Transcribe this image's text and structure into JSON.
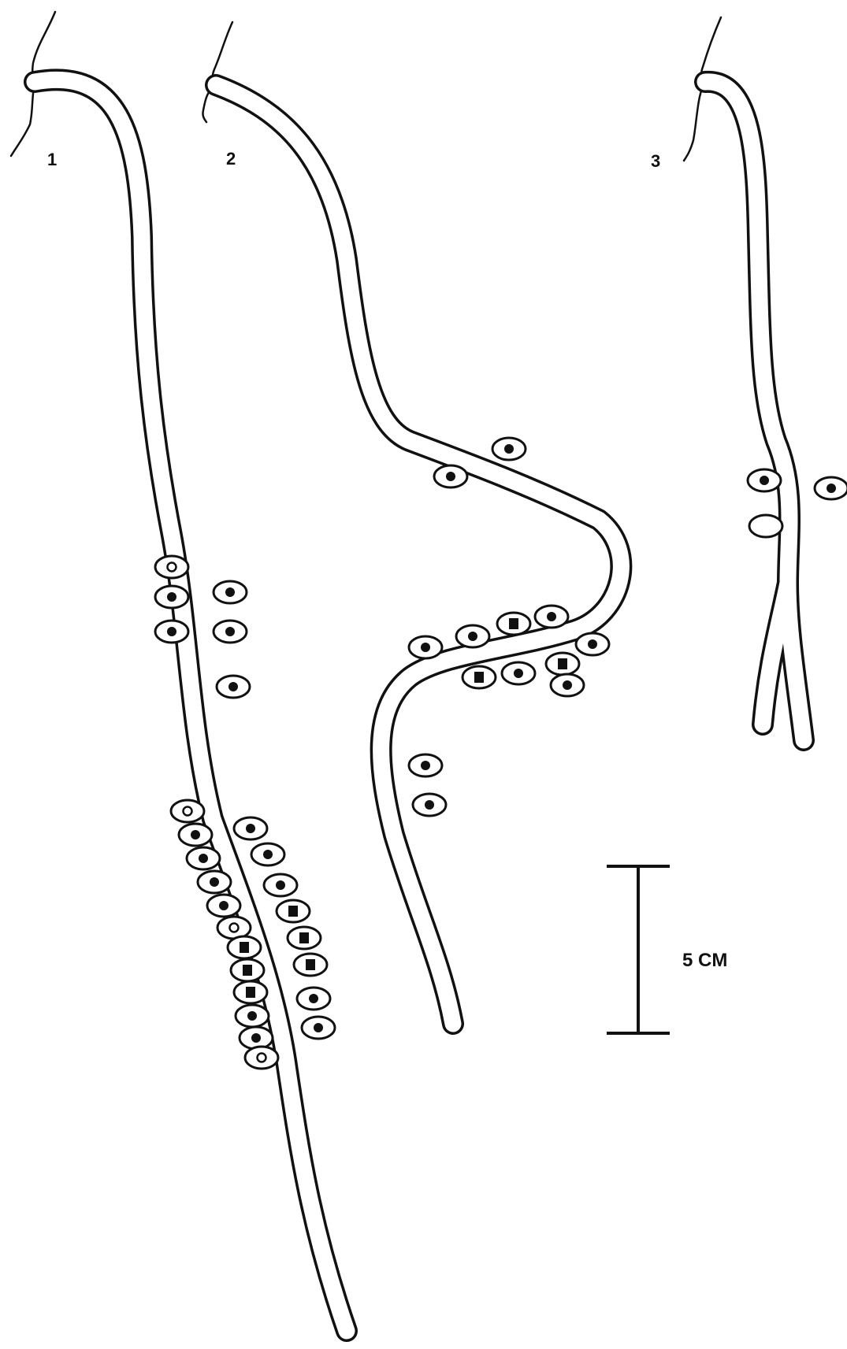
{
  "figure": {
    "plant_labels": [
      "1",
      "2",
      "3"
    ],
    "scale_label": "5 CM"
  },
  "nodule_types": [
    "filled-circle",
    "open-circle",
    "filled-square",
    "empty"
  ],
  "plants": [
    {
      "label": "1",
      "nodules": [
        "open-circle",
        "filled-circle",
        "filled-circle",
        "filled-circle",
        "filled-circle",
        "filled-circle",
        "open-circle",
        "filled-circle",
        "filled-circle",
        "filled-circle",
        "filled-circle",
        "open-circle",
        "filled-square",
        "filled-square",
        "filled-square",
        "filled-circle",
        "filled-circle",
        "open-circle",
        "filled-circle",
        "filled-circle",
        "filled-circle",
        "filled-square",
        "filled-square",
        "filled-square",
        "filled-circle",
        "filled-circle"
      ]
    },
    {
      "label": "2",
      "nodules": [
        "filled-circle",
        "filled-circle",
        "filled-circle",
        "filled-circle",
        "filled-square",
        "filled-circle",
        "filled-circle",
        "filled-square",
        "filled-circle",
        "filled-square",
        "filled-circle",
        "filled-circle",
        "filled-circle"
      ]
    },
    {
      "label": "3",
      "nodules": [
        "filled-circle",
        "filled-circle",
        "empty"
      ]
    }
  ]
}
